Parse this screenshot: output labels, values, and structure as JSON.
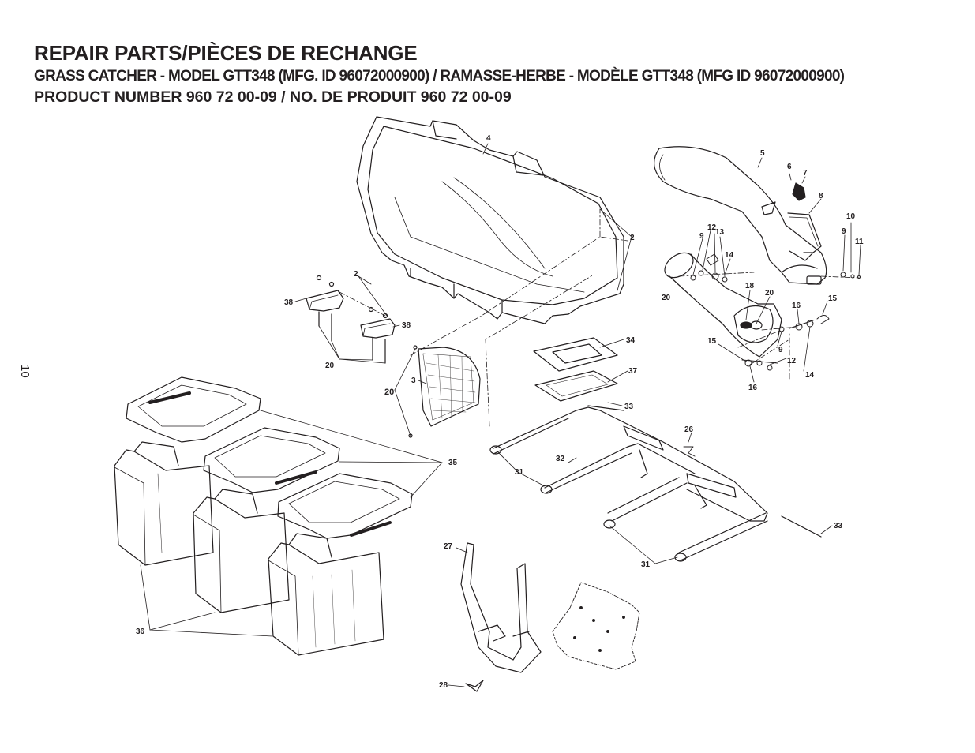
{
  "header": {
    "title": "REPAIR PARTS/PIÈCES DE RECHANGE",
    "subtitle": "GRASS CATCHER - MODEL GTT348 (MFG. ID 96072000900) / RAMASSE-HERBE - MODÈLE GTT348 (MFG ID 96072000900)",
    "product_line": "PRODUCT NUMBER 960 72 00-09 / NO. DE PRODUIT 960 72 00-09"
  },
  "page_number": "10",
  "callouts": {
    "p4": "4",
    "p5": "5",
    "p6": "6",
    "p7": "7",
    "p8": "8",
    "p10": "10",
    "p9a": "9",
    "p11": "11",
    "p12a": "12",
    "p13": "13",
    "p9b": "9",
    "p14a": "14",
    "p2a": "2",
    "p2b": "2",
    "p38a": "38",
    "p38b": "38",
    "p20a": "20",
    "p20b": "20",
    "p18": "18",
    "p20c": "20",
    "p16a": "16",
    "p15a": "15",
    "p15b": "15",
    "p9c": "9",
    "p12b": "12",
    "p14b": "14",
    "p16b": "16",
    "p34": "34",
    "p37": "37",
    "p3": "3",
    "p20d": "20",
    "p33a": "33",
    "p26": "26",
    "p35": "35",
    "p31a": "31",
    "p32": "32",
    "p33b": "33",
    "p31b": "31",
    "p27": "27",
    "p36": "36",
    "p28": "28"
  }
}
